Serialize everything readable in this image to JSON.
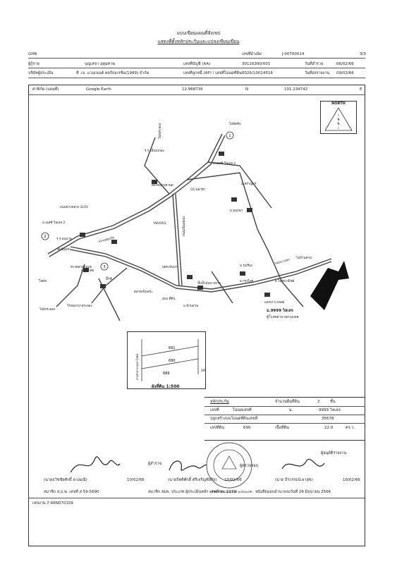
{
  "header": {
    "title1": "แบบเขียนแผนที่สังเขป",
    "title2": "แสดงที่ตั้งหลักประกันและแปลงเขียนเขียน",
    "org": "GHB",
    "ref_label": "เลขที่อ้างอิง",
    "ref_value": "J-00700014",
    "page": "3/3",
    "row1_label": "ผู้กู้ราย",
    "row1_name": "บุญเลขา อุทุมทาพ",
    "row1_mid_label": "เลขที่บัญชี (AA)",
    "row1_mid_value": "30116390/001",
    "row1_date_label": "วันที่สำรวจ",
    "row1_date": "06/02/66",
    "row2_label": "บริษัทผู้ประเมิน",
    "row2_value": "ที .เจ. แวนเนนต์ คอร์ปอเรชั่น(1999) จำกัด",
    "row2_mid_label": "เลขที่ลูกหนี้ (AP) / เลขที่โฉนดที่ดิน",
    "row2_mid_value": "6026/10014518",
    "row2_date_label": "วันที่ส่งรายงาน",
    "row2_date": "09/02/66",
    "coord_label": "ค่าพิกัด (แผนที่)",
    "coord_source": "Google Earth",
    "lat": "12.968736",
    "lat_dir": "N",
    "lon": "101.234742",
    "lon_dir": "E"
  },
  "map": {
    "north_label": "NORTH",
    "labels": {
      "rayong1": "ไปยังระยอง",
      "rayong2": "ไปยังระยอง",
      "toward_sattahip": "ไปสัตหีบ",
      "toward_ban_khai": "ไปบ้านค่าย",
      "school": "ร.ร.เมืองแกลง",
      "market": "ตลาดมาบตาพุด",
      "maxxis": "MAXXIS",
      "pttstation": "ปตท.ทับมา",
      "ck": "CK พลาซ่า",
      "seven": "ร.ร.อนุบาล",
      "temple": "วัดเนินพระ",
      "rama": "ถนนเนินพยอม",
      "main_road": "ถนนสุขุมวิท",
      "soi": "ซอยมาบข่า",
      "village": "ม.9999 วิลเลจ",
      "village2": "ตู้โรงพยาบาลกรุงเทพ",
      "road_a": "ถนนทางหลวง 3191",
      "road_b": "ทางหลวงชนบท",
      "site1": "ม.เอสซี วิลเลจ 1",
      "site2": "ม.เอสซี วิลเลจ 2",
      "site3": "ม.สราญพร",
      "site4": "ม.พฤกษา",
      "site5": "ม.ศุภาลัย",
      "site6": "ม.บ้านสวน",
      "site7": "ม.รุ่งเรือง",
      "lotus": "โลตัส",
      "bigc": "บิ๊กซี",
      "hospital": "โรงพยาบาลระยอง",
      "market2": "ตลาดเนินพระ",
      "gas": "ปั๊มน้ำมันบางจาก",
      "junction": "แยกเกาะกลอย",
      "bank": "ธ.กรุงไทย",
      "bank2": "ธ.ไทยพาณิชย์",
      "office": "สนง.ที่ดิน"
    },
    "markers": [
      "1",
      "2",
      "3"
    ]
  },
  "plot": {
    "lot_top": "691",
    "lot_main": "690",
    "lot_bottom": "689",
    "road_label": "ทางสาธารณประโยชน์",
    "side_num": "19",
    "scale": "ผังที่ดิน 1:500"
  },
  "deed": {
    "title": "หลักประกัน",
    "row1_label": "จำนวนผืนที่ดิน",
    "row1_value": "2",
    "row1_unit": "ชั้น",
    "row2_label": "เลขที่",
    "row2_mid": "โฉนดเลขที่",
    "row2_sub": "ม.",
    "row2_value": "9999 วิลเลจ",
    "row3_label": "ปลูกสร้างบนโฉนดที่ดินเลขที่",
    "row3_value": "35678",
    "row4_label": "เลขที่ดิน",
    "row4_value": "690",
    "row4_mid": "เนื้อที่ดิน",
    "row4_area": "22.0",
    "row4_unit": "ตร.ว."
  },
  "sign": {
    "s1_role": "ผู้สำรวจ",
    "s1_name": "(นายธวัชชัยศักดิ์ ดวงมณี)",
    "s1_date": "10/02/66",
    "s1_member": "สมาชิก ส.ธ.พ. เลขที่ ส 59-5690",
    "s2_role": "ผู้ตรวจสอบ",
    "s2_name": "(นายกิตติศักดิ์ ศรีเจริญชัยกิจ)",
    "s2_date": "10/02/66",
    "s2_member": "สมาชิก สมพ. ประเภท ผู้ประเมินหลัก เลขที่ ชพ 1079",
    "s3_role": "ผู้อนุมัติรายงาน",
    "s3_name": "(นาย ธีรวรรธน์ ผาสุข)",
    "s3_date": "10/02/66",
    "s3_member": "หนังสือมอบอำนาจลงวันที่ 26 มิถุนายน 2566",
    "stamp_text": "บริษัท ที.เจ. แวนเนนต์ คอร์ปอเรชั่น"
  },
  "footer": {
    "doc_no": "เลขงาน 7-66N070109"
  }
}
